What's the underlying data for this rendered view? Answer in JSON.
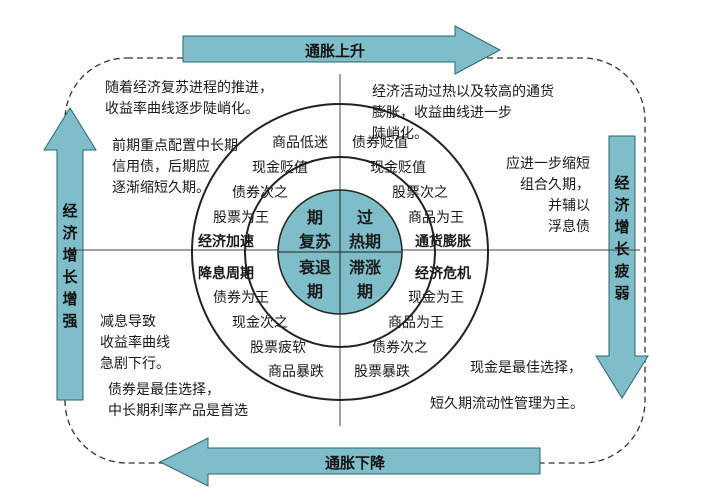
{
  "arrows": {
    "top": "通胀上升",
    "bottom": "通胀下降",
    "left": "经济增长增强",
    "right": "经济增长疲弱"
  },
  "center": {
    "top_left": "期\n复苏",
    "top_right": "过\n热期",
    "bottom_left": "衰退\n期",
    "bottom_right": "滞涨\n期"
  },
  "ring": {
    "top_left": {
      "line1": "商品低迷",
      "line2": "现金贬值",
      "line3": "债券次之",
      "line4": "股票为王",
      "title": "经济加速"
    },
    "top_right": {
      "line1": "债券贬值",
      "line2": "现金贬值",
      "line3": "股票次之",
      "line4": "商品为王",
      "title": "通货膨胀"
    },
    "bottom_left": {
      "title": "降息周期",
      "line1": "债券为王",
      "line2": "现金次之",
      "line3": "股票疲软",
      "line4": "商品暴跌"
    },
    "bottom_right": {
      "title": "经济危机",
      "line1": "现金为王",
      "line2": "商品为王",
      "line3": "债券次之",
      "line4": "股票暴跌"
    }
  },
  "notes": {
    "tl_a": "随着经济复苏进程的推进，\n收益率曲线逐步陡峭化。",
    "tl_b": "前期重点配置中长期\n信用债，后期应\n逐渐缩短久期。",
    "tr_a": "经济活动过热以及较高的通货\n膨胀，收益曲线进一步\n陡峭化。",
    "tr_b": "应进一步缩短\n组合久期，\n并辅以\n浮息债",
    "bl_a": "减息导致\n收益率曲线\n急剧下行。",
    "bl_b": "债券是最佳选择，\n中长期利率产品是首选",
    "br_a": "现金是最佳选择，",
    "br_b": "短久期流动性管理为主。"
  },
  "colors": {
    "arrow_fill": "#7fbec9",
    "core_fill": "#7fbec9",
    "outline": "#222222"
  }
}
